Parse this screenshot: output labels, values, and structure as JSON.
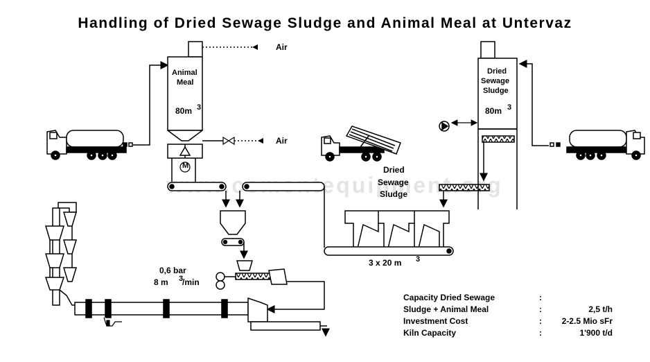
{
  "title": "Handling of Dried Sewage Sludge and Animal Meal at Untervaz",
  "watermark": "www.cementequipment.org",
  "labels": {
    "air_top": "Air",
    "air_mid": "Air",
    "animal_meal_1": "Animal",
    "animal_meal_2": "Meal",
    "animal_meal_vol": "80m",
    "animal_meal_vol_sup": "3",
    "motor": "M",
    "dss_silo_1": "Dried",
    "dss_silo_2": "Sewage",
    "dss_silo_3": "Sludge",
    "dss_silo_vol": "80m",
    "dss_silo_vol_sup": "3",
    "dss_truck_1": "Dried",
    "dss_truck_2": "Sewage",
    "dss_truck_3": "Sludge",
    "hoppers": "3 x 20 m",
    "hoppers_sup": "3",
    "pressure": "0,6 bar",
    "flow": "8 m",
    "flow_sup": "3",
    "flow_unit": "/min"
  },
  "stats": [
    {
      "key": "Capacity Dried Sewage",
      "colon": ":",
      "value": ""
    },
    {
      "key": "Sludge + Animal Meal",
      "colon": ":",
      "value": "2,5 t/h"
    },
    {
      "key": "Investment Cost",
      "colon": ":",
      "value": "2-2.5 Mio sFr"
    },
    {
      "key": "Kiln Capacity",
      "colon": ":",
      "value": "1'900 t/d"
    }
  ]
}
